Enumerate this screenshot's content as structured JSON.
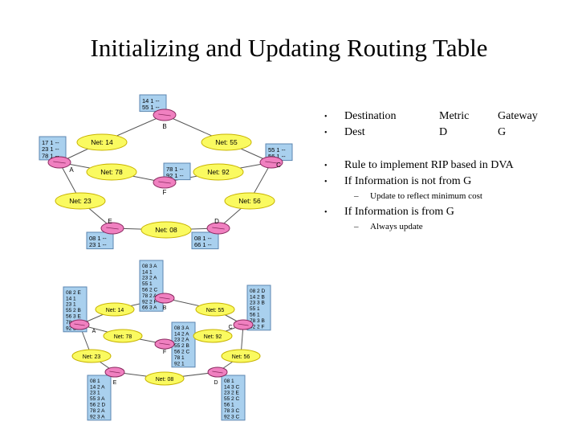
{
  "title": "Initializing and Updating Routing Table",
  "bullets": {
    "b1": {
      "c1": "Destination",
      "c2": "Metric",
      "c3": "Gateway"
    },
    "b2": {
      "c1": "Dest",
      "c2": "D",
      "c3": "G"
    },
    "b3": "Rule to implement RIP based in DVA",
    "b4": "If Information is not from G",
    "b4_sub": "Update to reflect minimum cost",
    "b5": "If Information is from G",
    "b5_sub": "Always update"
  },
  "diagram": {
    "top": {
      "routers": [
        "A",
        "B",
        "C",
        "D",
        "E",
        "F"
      ],
      "nets": [
        "Net: 14",
        "Net: 55",
        "Net: 78",
        "Net: 92",
        "Net: 23",
        "Net: 56",
        "Net: 08"
      ],
      "tables": {
        "B": [
          "14 1 --",
          "55 1 --"
        ],
        "A": [
          "17 1 --",
          "23 1 --",
          "78 1 --"
        ],
        "C": [
          "55 1 --",
          "56 1 --"
        ],
        "F": [
          "78 1 --",
          "92 1 --"
        ],
        "E": [
          "08 1 --",
          "23 1 --"
        ],
        "D": [
          "08 1 --",
          "66 1 --"
        ]
      }
    },
    "bottom": {
      "routers": [
        "A",
        "B",
        "C",
        "D",
        "E",
        "F"
      ],
      "nets": [
        "Net: 14",
        "Net: 55",
        "Net: 78",
        "Net: 92",
        "Net: 23",
        "Net: 56",
        "Net: 08"
      ],
      "tables": {
        "B": [
          "08 3 A",
          "14 1",
          "23 2 A",
          "55 1",
          "56 2 C",
          "78 2 A",
          "92 2 F",
          "66 3 A"
        ],
        "A": [
          "08 2 E",
          "14 1",
          "23 1",
          "55 2 B",
          "56 3 E",
          "78 1",
          "92 2 F"
        ],
        "C": [
          "08 2 D",
          "14 2 B",
          "23 3 B",
          "55 1",
          "56 1",
          "78 3 B",
          "92 2 F"
        ],
        "F": [
          "08 3 A",
          "14 2 A",
          "23 2 A",
          "55 2 B",
          "56 2 C",
          "78 1",
          "92 1"
        ],
        "E": [
          "08 1",
          "14 2 A",
          "23 1",
          "55 3 A",
          "56 2 D",
          "78 2 A",
          "92 3 A"
        ],
        "D": [
          "08 1",
          "14 3 C",
          "23 2 E",
          "55 2 C",
          "56 1",
          "78 3 C",
          "92 3 C"
        ]
      }
    }
  }
}
